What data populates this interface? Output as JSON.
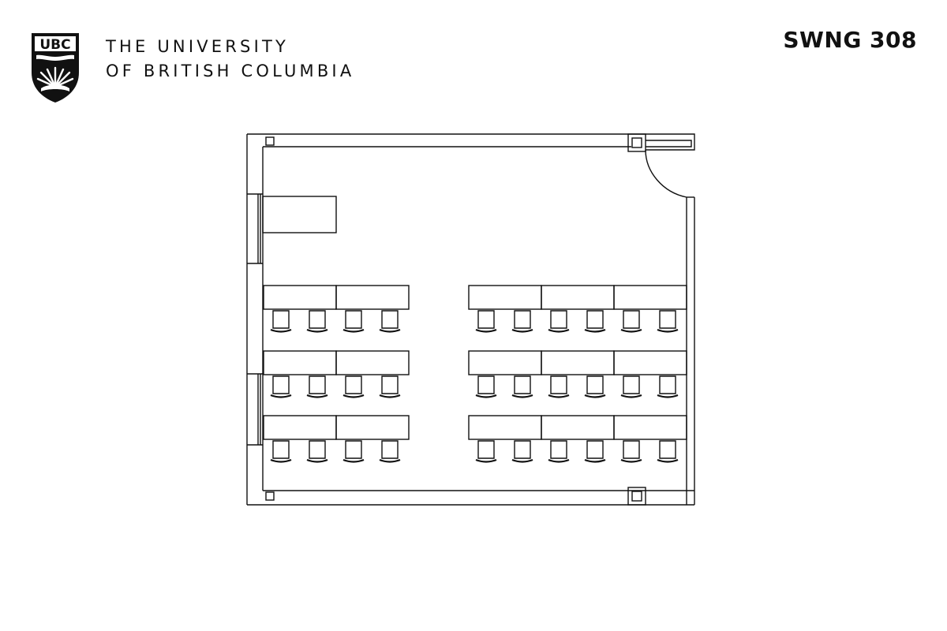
{
  "university": {
    "logo_text": "UBC",
    "name_line1": "THE UNIVERSITY",
    "name_line2": "OF BRITISH COLUMBIA"
  },
  "room": {
    "code": "SWNG 308"
  },
  "floorplan": {
    "table_rows": 3,
    "left_block": {
      "tables_per_row": 2,
      "chairs_per_row": 4
    },
    "right_block": {
      "tables_per_row": 3,
      "chairs_per_row": 6
    },
    "total_chairs": 30,
    "lectern_count": 1,
    "door_count": 1,
    "colors": {
      "line": "#111111",
      "background": "#ffffff"
    }
  }
}
